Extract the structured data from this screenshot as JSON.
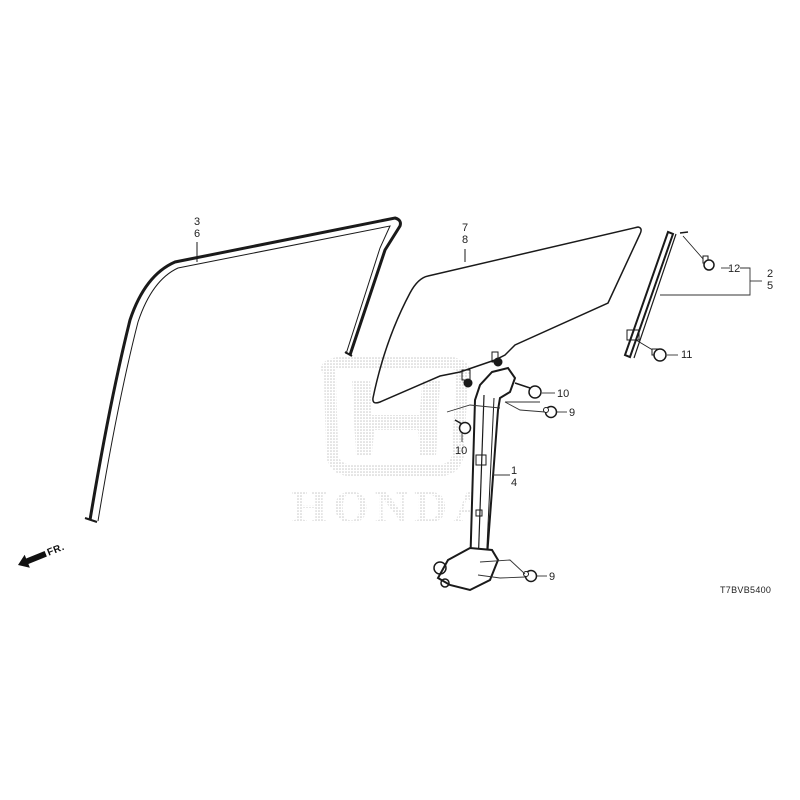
{
  "diagram": {
    "type": "exploded-parts-diagram",
    "watermark": {
      "brand_text": "HONDA",
      "logo": "honda-h-logo",
      "color": "#cfcfcf"
    },
    "direction_indicator": {
      "label": "FR.",
      "icon": "arrow-front-icon"
    },
    "diagram_code": "T7BVB5400",
    "colors": {
      "line": "#1a1a1a",
      "watermark": "#d0d0d0",
      "background": "#ffffff"
    },
    "callouts": [
      {
        "id": "c36",
        "numbers": [
          "3",
          "6"
        ],
        "part": "door-sash-molding-channel"
      },
      {
        "id": "c78",
        "numbers": [
          "7",
          "8"
        ],
        "part": "door-glass"
      },
      {
        "id": "c25",
        "numbers": [
          "2",
          "5"
        ],
        "part": "rear-run-channel"
      },
      {
        "id": "c12",
        "numbers": [
          "12"
        ],
        "part": "bolt-upper"
      },
      {
        "id": "c11",
        "numbers": [
          "11"
        ],
        "part": "bolt-lower"
      },
      {
        "id": "c10a",
        "numbers": [
          "10"
        ],
        "part": "bolt-regulator-right"
      },
      {
        "id": "c9a",
        "numbers": [
          "9"
        ],
        "part": "nut-regulator-upper"
      },
      {
        "id": "c10b",
        "numbers": [
          "10"
        ],
        "part": "bolt-regulator-left"
      },
      {
        "id": "c14",
        "numbers": [
          "1",
          "4"
        ],
        "part": "window-regulator"
      },
      {
        "id": "c9b",
        "numbers": [
          "9"
        ],
        "part": "nut-regulator-lower"
      }
    ]
  }
}
